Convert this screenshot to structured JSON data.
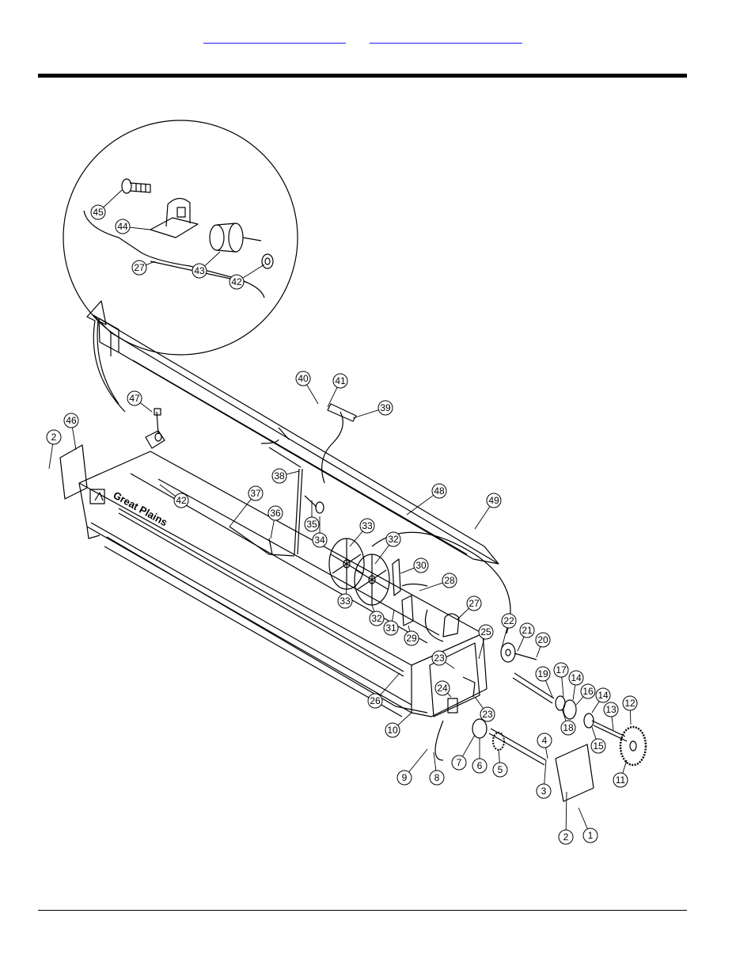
{
  "header": {
    "links": [
      {
        "label": ""
      },
      {
        "label": ""
      }
    ]
  },
  "diagram": {
    "frame_brand": "Great Plains",
    "callouts": [
      {
        "n": "1"
      },
      {
        "n": "2"
      },
      {
        "n": "2"
      },
      {
        "n": "3"
      },
      {
        "n": "4"
      },
      {
        "n": "5"
      },
      {
        "n": "6"
      },
      {
        "n": "7"
      },
      {
        "n": "8"
      },
      {
        "n": "9"
      },
      {
        "n": "10"
      },
      {
        "n": "11"
      },
      {
        "n": "12"
      },
      {
        "n": "13"
      },
      {
        "n": "14"
      },
      {
        "n": "14"
      },
      {
        "n": "15"
      },
      {
        "n": "16"
      },
      {
        "n": "17"
      },
      {
        "n": "18"
      },
      {
        "n": "19"
      },
      {
        "n": "20"
      },
      {
        "n": "21"
      },
      {
        "n": "22"
      },
      {
        "n": "23"
      },
      {
        "n": "23"
      },
      {
        "n": "24"
      },
      {
        "n": "25"
      },
      {
        "n": "26"
      },
      {
        "n": "27"
      },
      {
        "n": "27"
      },
      {
        "n": "28"
      },
      {
        "n": "29"
      },
      {
        "n": "30"
      },
      {
        "n": "31"
      },
      {
        "n": "32"
      },
      {
        "n": "32"
      },
      {
        "n": "33"
      },
      {
        "n": "33"
      },
      {
        "n": "34"
      },
      {
        "n": "35"
      },
      {
        "n": "36"
      },
      {
        "n": "37"
      },
      {
        "n": "38"
      },
      {
        "n": "39"
      },
      {
        "n": "40"
      },
      {
        "n": "41"
      },
      {
        "n": "42"
      },
      {
        "n": "42"
      },
      {
        "n": "43"
      },
      {
        "n": "44"
      },
      {
        "n": "45"
      },
      {
        "n": "46"
      },
      {
        "n": "47"
      },
      {
        "n": "48"
      },
      {
        "n": "49"
      }
    ]
  }
}
